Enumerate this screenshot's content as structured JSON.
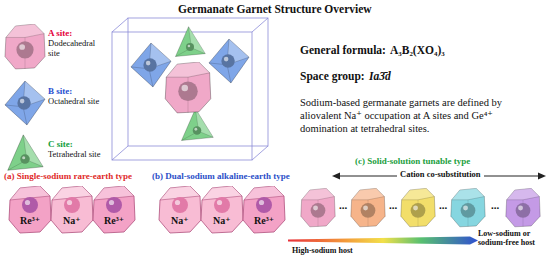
{
  "diagram": {
    "title": "Germanate Garnet Structure Overview",
    "nodes": [
      {
        "text": [
          "Re³⁺"
        ]
      },
      {
        "text": [
          "Na⁺"
        ]
      },
      {
        "text": [
          "Re³⁺"
        ]
      },
      {
        "text": [
          "Na⁺"
        ]
      },
      {
        "text": [
          "Na⁺"
        ]
      },
      {
        "text": [
          "Re³⁺"
        ]
      }
    ],
    "labels": [
      "A site:",
      "Dodecahedral site",
      "B site:",
      "Octahedral site",
      "C site:",
      "Tetrahedral site",
      "General formula:",
      "A₃B₂(XO₄)₃",
      "Space group:",
      "Ia3̄d",
      "Sodium-based germanate garnets are defined by aliovalent Na⁺ occupation at A sites and Ge⁴⁺ domination at tetrahedral sites.",
      "(a) Single-sodium rare-earth type",
      "(b) Dual-sodium alkaline-earth type",
      "(c) Solid-solution tunable type",
      "Cation co-substitution",
      "...",
      "...",
      "...",
      "...",
      "High-sodium host",
      "Low-sodium or sodium-free host"
    ]
  }
}
